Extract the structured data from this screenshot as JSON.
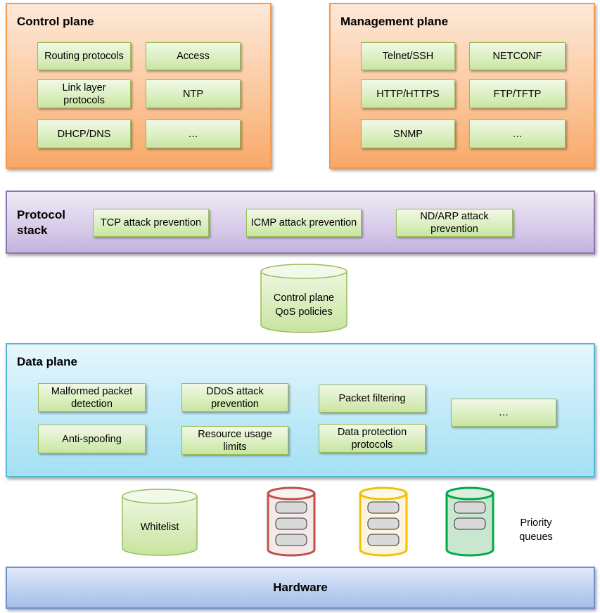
{
  "control_plane": {
    "title": "Control plane",
    "items": [
      "Routing protocols",
      "Access",
      "Link layer protocols",
      "NTP",
      "DHCP/DNS",
      "…"
    ]
  },
  "management_plane": {
    "title": "Management plane",
    "items": [
      "Telnet/SSH",
      "NETCONF",
      "HTTP/HTTPS",
      "FTP/TFTP",
      "SNMP",
      "…"
    ]
  },
  "protocol_stack": {
    "title": "Protocol stack",
    "items": [
      "TCP attack prevention",
      "ICMP attack prevention",
      "ND/ARP attack prevention"
    ]
  },
  "qos": {
    "label": "Control plane QoS policies"
  },
  "data_plane": {
    "title": "Data plane",
    "items": [
      "Malformed packet detection",
      "DDoS attack prevention",
      "Packet filtering",
      "…",
      "Anti-spoofing",
      "Resource usage limits",
      "Data protection protocols"
    ]
  },
  "whitelist": {
    "label": "Whitelist"
  },
  "priority_queues": {
    "label": "Priority queues",
    "colors": [
      "#c0504d",
      "#f5c000",
      "#00a84a"
    ]
  },
  "hardware": {
    "label": "Hardware"
  }
}
